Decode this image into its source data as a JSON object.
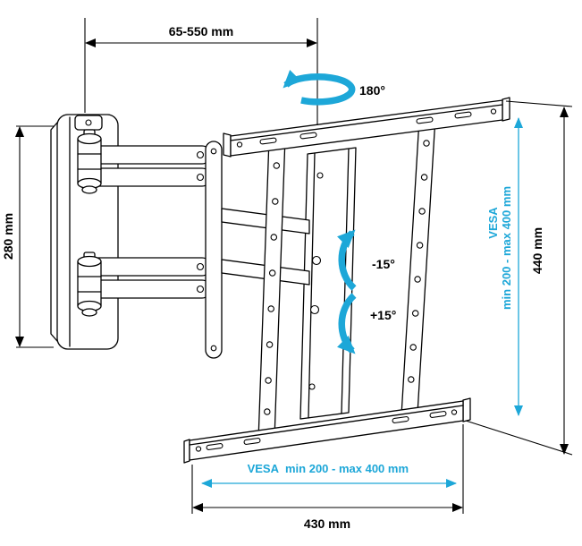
{
  "diagram": {
    "colors": {
      "ink": "#000000",
      "accent": "#1da7d8",
      "background": "#ffffff"
    },
    "dimensions": {
      "extension": "65-550 mm",
      "rotation": "180°",
      "plate_height": "280 mm",
      "tilt_up": "-15°",
      "tilt_down": "+15°",
      "frame_height": "440 mm",
      "frame_width": "430 mm"
    },
    "vesa": {
      "label": "VESA",
      "range": "min 200 - max 400 mm"
    }
  }
}
